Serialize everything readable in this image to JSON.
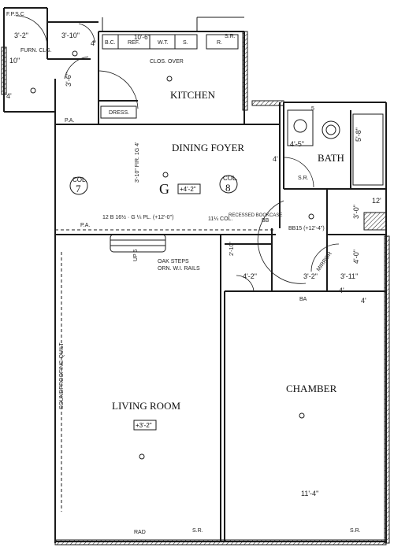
{
  "rooms": {
    "kitchen": "KITCHEN",
    "dining_foyer": "DINING FOYER",
    "bath": "BATH",
    "living_room": "LIVING ROOM",
    "chamber": "CHAMBER"
  },
  "level_markers": {
    "dining": "+4'-2\"",
    "living": "+3'-2\""
  },
  "grid_symbols": {
    "dining_letter": "G",
    "col_7": "7",
    "col_8": "8",
    "col_label": "COL."
  },
  "notes": {
    "fpsc": "F.P.S.C",
    "furn_clg": "FURN. CLG.",
    "clos_over": "CLOS. OVER",
    "dress": "DRESS.",
    "bc": "B.C.",
    "ref": "REF.",
    "wt": "W.T.",
    "s": "S.",
    "r": "R.",
    "beam": "12 B 16½ · G ¼ PL. (+12'-0\")",
    "recessed_bookcase": "RECESSED BOOKCASE",
    "oak_steps": "OAK STEPS",
    "orn_rails": "ORN. W.I. RAILS",
    "fir_note": "3'-10\" FIR. 1G 4'",
    "soundproofing": "SOUNDPROOFING QUILT",
    "pa": "P.A.",
    "sr": "S.R.",
    "up": "UP 5",
    "col_11": "11¼ COL.",
    "mirror": "MIRROR",
    "ba": "BA",
    "bb": "BB",
    "bb15": "BB15 (+12'-4\")",
    "step": "5",
    "rad": "RAD"
  },
  "dimensions": {
    "d1": "3'-2\"",
    "d2": "3'-10\"",
    "d3": "10'-6\"",
    "d4": "4'",
    "d5": "10\"",
    "d6": "3'-6\"",
    "d7": "4'-5\"",
    "d8": "5'-8\"",
    "d9": "4'-2\"",
    "d10": "3'-2\"",
    "d11": "3'-11\"",
    "d12": "4'-0\"",
    "d13": "3'-0\"",
    "d14": "12'",
    "d15": "11'-4\"",
    "d16": "2'-10\"",
    "d17": "4'",
    "d18": "4'",
    "d19": "4'",
    "d20": "4'"
  }
}
